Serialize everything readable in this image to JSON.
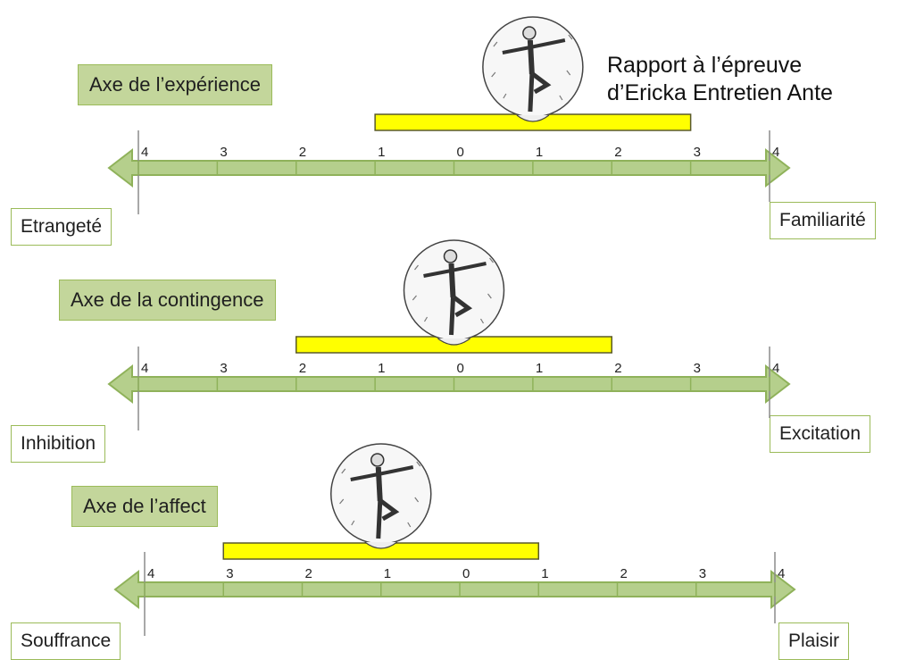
{
  "caption": {
    "line1": "Rapport à l’épreuve",
    "line2": "d’Ericka Entretien Ante"
  },
  "colors": {
    "axis_fill": "#b5cf8c",
    "axis_stroke": "#8fb25a",
    "label_fill": "#c3d69b",
    "range_bar": "#ffff00"
  },
  "axes": [
    {
      "title": "Axe de l’expérience",
      "left_label": "Etrangeté",
      "right_label": "Familiarité",
      "ticks": [
        "4",
        "3",
        "2",
        "1",
        "0",
        "1",
        "2",
        "3",
        "4"
      ],
      "range": [
        -1,
        3
      ],
      "figure_icon": "dancing-man-in-bubble"
    },
    {
      "title": "Axe de la contingence",
      "left_label": "Inhibition",
      "right_label": "Excitation",
      "ticks": [
        "4",
        "3",
        "2",
        "1",
        "0",
        "1",
        "2",
        "3",
        "4"
      ],
      "range": [
        -2,
        2
      ],
      "figure_icon": "dancing-man-in-bubble"
    },
    {
      "title": "Axe de l’affect",
      "left_label": "Souffrance",
      "right_label": "Plaisir",
      "ticks": [
        "4",
        "3",
        "2",
        "1",
        "0",
        "1",
        "2",
        "3",
        "4"
      ],
      "range": [
        -3,
        1
      ],
      "figure_icon": "dancing-man-in-bubble"
    }
  ]
}
